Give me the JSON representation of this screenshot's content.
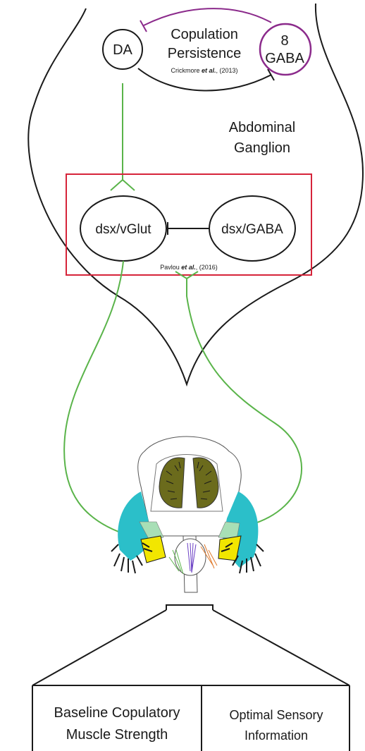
{
  "nodes": {
    "da": "DA",
    "gaba8_line1": "8",
    "gaba8_line2": "GABA",
    "dsx_vglut": "dsx/vGlut",
    "dsx_gaba": "dsx/GABA"
  },
  "labels": {
    "copulation_line1": "Copulation",
    "copulation_line2": "Persistence",
    "crickmore_citation": "Crickmore et al., (2013)",
    "abdominal_line1": "Abdominal",
    "abdominal_line2": "Ganglion",
    "pavlou_citation": "Pavlou et al., (2016)"
  },
  "outcomes": {
    "left_line1": "Baseline Copulatory",
    "left_line2": "Muscle Strength",
    "right_line1": "Optimal Sensory",
    "right_line2": "Information"
  },
  "colors": {
    "green_neuron": "#5ab44a",
    "purple_gaba": "#8b2a8b",
    "red_box": "#d6243a",
    "cyan_clasper": "#2bbfc9",
    "olive": "#6b6b1c",
    "yellow": "#f2e600"
  }
}
